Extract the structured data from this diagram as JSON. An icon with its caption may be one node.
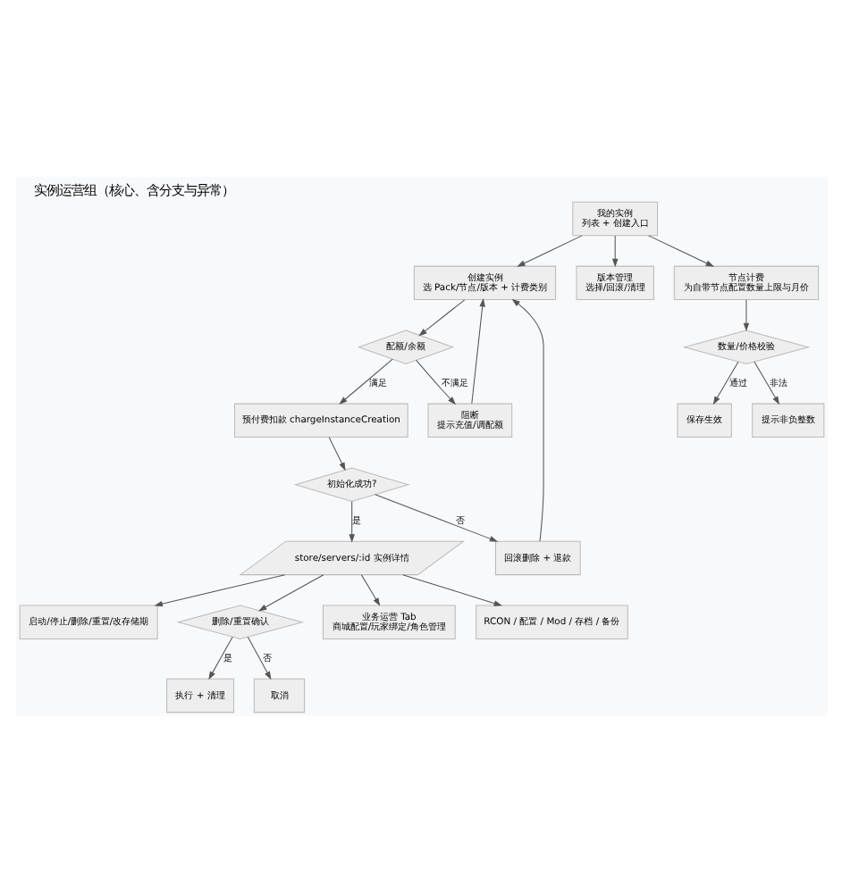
{
  "diagram": {
    "title": "实例运营组（核心、含分支与异常）",
    "nodes": [
      {
        "text": [
          "我的实例",
          "列表 + 创建入口"
        ]
      },
      {
        "text": [
          "创建实例",
          "选 Pack/节点/版本 + 计费类别"
        ]
      },
      {
        "text": [
          "版本管理",
          "选择/回滚/清理"
        ]
      },
      {
        "text": [
          "节点计费",
          "为自带节点配置数量上限与月价"
        ]
      },
      {
        "text": [
          "配额/余额"
        ]
      },
      {
        "text": [
          "数量/价格校验"
        ]
      },
      {
        "text": [
          "预付费扣款 chargeInstanceCreation"
        ]
      },
      {
        "text": [
          "阻断",
          "提示充值/调配额"
        ]
      },
      {
        "text": [
          "保存生效"
        ]
      },
      {
        "text": [
          "提示非负整数"
        ]
      },
      {
        "text": [
          "初始化成功?"
        ]
      },
      {
        "text": [
          "store/servers/:id 实例详情"
        ]
      },
      {
        "text": [
          "回滚删除 + 退款"
        ]
      },
      {
        "text": [
          "启动/停止/删除/重置/改存储期"
        ]
      },
      {
        "text": [
          "删除/重置确认"
        ]
      },
      {
        "text": [
          "业务运营 Tab",
          "商城配置/玩家绑定/角色管理"
        ]
      },
      {
        "text": [
          "RCON / 配置 / Mod / 存档 / 备份"
        ]
      },
      {
        "text": [
          "执行 + 清理"
        ]
      },
      {
        "text": [
          "取消"
        ]
      }
    ],
    "edges": [
      {
        "from": 0,
        "to": 1,
        "arrow": "to"
      },
      {
        "from": 0,
        "to": 2,
        "arrow": "to"
      },
      {
        "from": 0,
        "to": 3,
        "arrow": "to"
      },
      {
        "from": 1,
        "to": 4,
        "arrow": "to"
      },
      {
        "from": 4,
        "to": 6,
        "arrow": "to",
        "label": "满足"
      },
      {
        "from": 4,
        "to": 7,
        "arrow": "to",
        "label": "不满足"
      },
      {
        "from": 7,
        "to": 1,
        "arrow": "to"
      },
      {
        "from": 3,
        "to": 5,
        "arrow": "to"
      },
      {
        "from": 5,
        "to": 8,
        "arrow": "to",
        "label": "通过"
      },
      {
        "from": 5,
        "to": 9,
        "arrow": "to",
        "label": "非法"
      },
      {
        "from": 6,
        "to": 10,
        "arrow": "to"
      },
      {
        "from": 10,
        "to": 11,
        "arrow": "to",
        "label": "是"
      },
      {
        "from": 10,
        "to": 12,
        "arrow": "to",
        "label": "否"
      },
      {
        "from": 12,
        "to": 1,
        "arrow": "to"
      },
      {
        "from": 11,
        "to": 13,
        "arrow": "to"
      },
      {
        "from": 11,
        "to": 14,
        "arrow": "to"
      },
      {
        "from": 11,
        "to": 15,
        "arrow": "to"
      },
      {
        "from": 11,
        "to": 16,
        "arrow": "to"
      },
      {
        "from": 14,
        "to": 17,
        "arrow": "to",
        "label": "是"
      },
      {
        "from": 14,
        "to": 18,
        "arrow": "to",
        "label": "否"
      }
    ]
  }
}
